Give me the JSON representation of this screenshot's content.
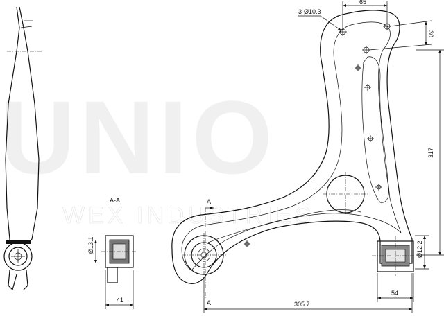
{
  "watermark": {
    "brand": "UNIO",
    "tagline": "WEX INDUSTRIES"
  },
  "section": {
    "label": "A-A",
    "cut_top": "A",
    "cut_bottom": "A"
  },
  "dimensions": {
    "holes": "3-Ø10.3",
    "top_spacing": "65",
    "top_offset": "30",
    "height": "317",
    "bush_diameter_left": "Ø13.1",
    "bush_width_left": "41",
    "length": "305.7",
    "bush_diameter_right": "Ø12.2",
    "bush_width_right": "54"
  }
}
